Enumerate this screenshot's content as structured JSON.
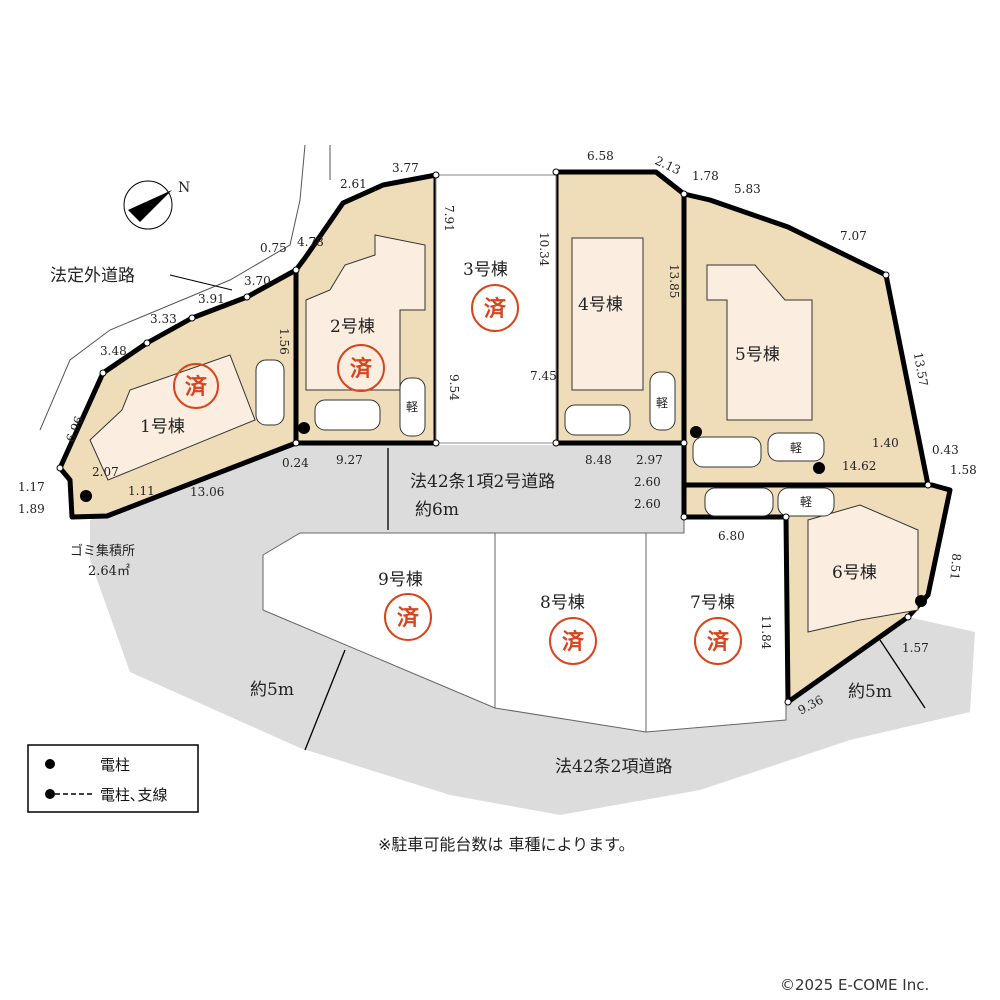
{
  "colors": {
    "lot": "#efdcb8",
    "house": "#fbeee0",
    "road": "#dcdcdc",
    "border": "#000000",
    "stamp": "#d8441c"
  },
  "lots": [
    {
      "label": "1号棟",
      "sold": "済"
    },
    {
      "label": "2号棟",
      "sold": "済"
    },
    {
      "label": "3号棟",
      "sold": "済"
    },
    {
      "label": "4号棟"
    },
    {
      "label": "5号棟"
    },
    {
      "label": "6号棟"
    },
    {
      "label": "7号棟",
      "sold": "済"
    },
    {
      "label": "8号棟",
      "sold": "済"
    },
    {
      "label": "9号棟",
      "sold": "済"
    }
  ],
  "roads": {
    "outside_road": "法定外道路",
    "road_42_1_2": "法42条1項2号道路",
    "road_42_1_2_width": "約6m",
    "road_42_2": "法42条2項道路",
    "road_42_2_width_left": "約5m",
    "road_42_2_width_right": "約5m"
  },
  "garbage": {
    "label": "ゴミ集積所",
    "area": "2.64㎡"
  },
  "kei_label": "軽",
  "north": "N",
  "dimensions": [
    "6.96",
    "3.48",
    "3.33",
    "3.91",
    "3.70",
    "0.75",
    "4.78",
    "2.61",
    "3.77",
    "1.56",
    "1.17",
    "1.89",
    "2.07",
    "1.11",
    "13.06",
    "0.24",
    "9.27",
    "9.54",
    "7.91",
    "10.34",
    "7.45",
    "6.58",
    "2.13",
    "1.78",
    "5.83",
    "7.07",
    "13.85",
    "13.57",
    "8.48",
    "2.97",
    "2.60",
    "2.60",
    "1.40",
    "14.62",
    "0.43",
    "1.58",
    "6.80",
    "8.51",
    "11.84",
    "1.57",
    "9.36"
  ],
  "legend": {
    "pole": "電柱",
    "pole_guy": "電柱､支線"
  },
  "note": "※駐車可能台数は 車種によります。",
  "copyright": "©2025  E-COME Inc."
}
